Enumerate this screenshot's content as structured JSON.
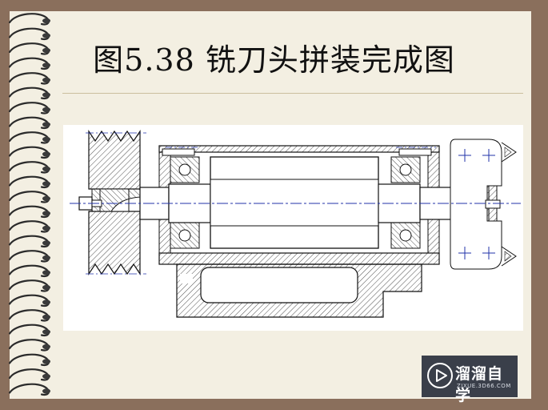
{
  "slide": {
    "title": "图5.38 铣刀头拼装完成图"
  },
  "watermark": {
    "name": "溜溜自学",
    "url": "ZIXUE.3D66.COM"
  }
}
